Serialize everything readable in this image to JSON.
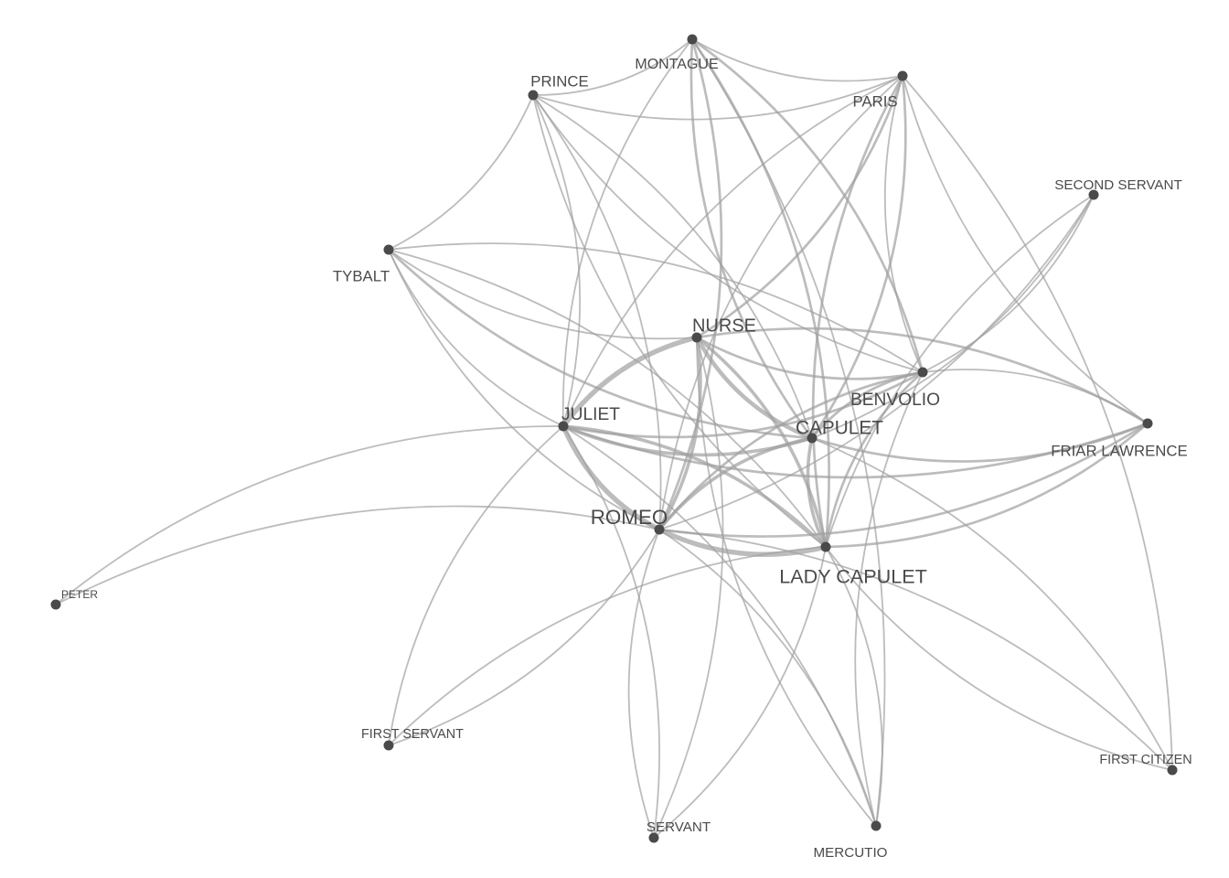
{
  "colors": {
    "node": "#4a4a4a",
    "edge": "#a0a0a0",
    "label": "#4a4a4a",
    "background": "#ffffff"
  },
  "nodes": [
    {
      "id": "MONTAGUE",
      "label": "MONTAGUE"
    },
    {
      "id": "PRINCE",
      "label": "PRINCE"
    },
    {
      "id": "PARIS",
      "label": "PARIS"
    },
    {
      "id": "SECOND SERVANT",
      "label": "SECOND SERVANT"
    },
    {
      "id": "TYBALT",
      "label": "TYBALT"
    },
    {
      "id": "NURSE",
      "label": "NURSE"
    },
    {
      "id": "BENVOLIO",
      "label": "BENVOLIO"
    },
    {
      "id": "JULIET",
      "label": "JULIET"
    },
    {
      "id": "CAPULET",
      "label": "CAPULET"
    },
    {
      "id": "FRIAR LAWRENCE",
      "label": "FRIAR LAWRENCE"
    },
    {
      "id": "ROMEO",
      "label": "ROMEO"
    },
    {
      "id": "LADY CAPULET",
      "label": "LADY CAPULET"
    },
    {
      "id": "PETER",
      "label": "PETER"
    },
    {
      "id": "FIRST SERVANT",
      "label": "FIRST SERVANT"
    },
    {
      "id": "FIRST CITIZEN",
      "label": "FIRST CITIZEN"
    },
    {
      "id": "SERVANT",
      "label": "SERVANT"
    },
    {
      "id": "MERCUTIO",
      "label": "MERCUTIO"
    }
  ],
  "edges": [
    [
      "ROMEO",
      "JULIET",
      5
    ],
    [
      "ROMEO",
      "NURSE",
      3
    ],
    [
      "ROMEO",
      "CAPULET",
      3
    ],
    [
      "ROMEO",
      "LADY CAPULET",
      5
    ],
    [
      "ROMEO",
      "BENVOLIO",
      2
    ],
    [
      "ROMEO",
      "FRIAR LAWRENCE",
      2
    ],
    [
      "ROMEO",
      "MERCUTIO",
      1
    ],
    [
      "ROMEO",
      "MONTAGUE",
      2
    ],
    [
      "ROMEO",
      "PARIS",
      1
    ],
    [
      "ROMEO",
      "PRINCE",
      1
    ],
    [
      "ROMEO",
      "TYBALT",
      1
    ],
    [
      "ROMEO",
      "SERVANT",
      1
    ],
    [
      "ROMEO",
      "FIRST SERVANT",
      1
    ],
    [
      "ROMEO",
      "PETER",
      1
    ],
    [
      "ROMEO",
      "FIRST CITIZEN",
      1
    ],
    [
      "ROMEO",
      "SECOND SERVANT",
      1
    ],
    [
      "JULIET",
      "NURSE",
      5
    ],
    [
      "JULIET",
      "CAPULET",
      3
    ],
    [
      "JULIET",
      "LADY CAPULET",
      3
    ],
    [
      "JULIET",
      "FRIAR LAWRENCE",
      2
    ],
    [
      "JULIET",
      "PARIS",
      1
    ],
    [
      "JULIET",
      "PETER",
      1
    ],
    [
      "JULIET",
      "TYBALT",
      1
    ],
    [
      "JULIET",
      "PRINCE",
      1
    ],
    [
      "JULIET",
      "MONTAGUE",
      1
    ],
    [
      "JULIET",
      "BENVOLIO",
      2
    ],
    [
      "JULIET",
      "SERVANT",
      1
    ],
    [
      "JULIET",
      "FIRST SERVANT",
      1
    ],
    [
      "JULIET",
      "MERCUTIO",
      1
    ],
    [
      "NURSE",
      "CAPULET",
      4
    ],
    [
      "NURSE",
      "LADY CAPULET",
      3
    ],
    [
      "NURSE",
      "BENVOLIO",
      2
    ],
    [
      "NURSE",
      "FRIAR LAWRENCE",
      2
    ],
    [
      "NURSE",
      "PARIS",
      2
    ],
    [
      "NURSE",
      "TYBALT",
      1
    ],
    [
      "NURSE",
      "MERCUTIO",
      1
    ],
    [
      "NURSE",
      "SERVANT",
      1
    ],
    [
      "CAPULET",
      "LADY CAPULET",
      3
    ],
    [
      "CAPULET",
      "TYBALT",
      2
    ],
    [
      "CAPULET",
      "PARIS",
      2
    ],
    [
      "CAPULET",
      "MONTAGUE",
      2
    ],
    [
      "CAPULET",
      "PRINCE",
      1
    ],
    [
      "CAPULET",
      "BENVOLIO",
      2
    ],
    [
      "CAPULET",
      "FRIAR LAWRENCE",
      2
    ],
    [
      "CAPULET",
      "FIRST CITIZEN",
      1
    ],
    [
      "CAPULET",
      "SECOND SERVANT",
      1
    ],
    [
      "LADY CAPULET",
      "PARIS",
      2
    ],
    [
      "LADY CAPULET",
      "MONTAGUE",
      2
    ],
    [
      "LADY CAPULET",
      "PRINCE",
      1
    ],
    [
      "LADY CAPULET",
      "TYBALT",
      1
    ],
    [
      "LADY CAPULET",
      "BENVOLIO",
      2
    ],
    [
      "LADY CAPULET",
      "FRIAR LAWRENCE",
      2
    ],
    [
      "LADY CAPULET",
      "MERCUTIO",
      1
    ],
    [
      "LADY CAPULET",
      "FIRST SERVANT",
      1
    ],
    [
      "LADY CAPULET",
      "SECOND SERVANT",
      1
    ],
    [
      "LADY CAPULET",
      "FIRST CITIZEN",
      1
    ],
    [
      "LADY CAPULET",
      "SERVANT",
      1
    ],
    [
      "BENVOLIO",
      "MONTAGUE",
      2
    ],
    [
      "BENVOLIO",
      "PRINCE",
      1
    ],
    [
      "BENVOLIO",
      "TYBALT",
      1
    ],
    [
      "BENVOLIO",
      "PARIS",
      1
    ],
    [
      "BENVOLIO",
      "MERCUTIO",
      1
    ],
    [
      "BENVOLIO",
      "FRIAR LAWRENCE",
      1
    ],
    [
      "BENVOLIO",
      "SECOND SERVANT",
      1
    ],
    [
      "MONTAGUE",
      "PRINCE",
      1
    ],
    [
      "MONTAGUE",
      "PARIS",
      1
    ],
    [
      "PRINCE",
      "TYBALT",
      1
    ],
    [
      "PRINCE",
      "PARIS",
      1
    ],
    [
      "PARIS",
      "FIRST CITIZEN",
      1
    ],
    [
      "PARIS",
      "FRIAR LAWRENCE",
      1
    ],
    [
      "MONTAGUE",
      "MERCUTIO",
      1
    ]
  ]
}
